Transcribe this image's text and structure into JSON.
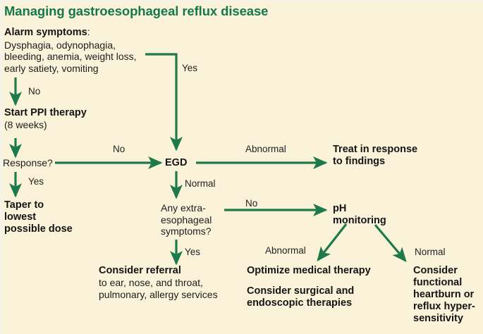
{
  "figure": {
    "title": "Managing gastroesophageal reflux disease",
    "background_color": "#faf3da",
    "accent_green": "#15784a",
    "arrow_green": "#1e7a4a",
    "text_color": "#1a1a1a"
  },
  "nodes": {
    "alarm": {
      "heading": "Alarm symptoms",
      "heading_colon": ":",
      "line1": "Dysphagia, odynophagia,",
      "line2": "bleeding, anemia, weight loss,",
      "line3": "early satiety, vomiting"
    },
    "ppi": {
      "heading": "Start PPI therapy",
      "sub": "(8 weeks)"
    },
    "response": {
      "label": "Response?"
    },
    "taper": {
      "line1": "Taper to",
      "line2": "lowest",
      "line3": "possible dose"
    },
    "egd": {
      "label": "EGD"
    },
    "extraesoph": {
      "line1": "Any extra-",
      "line2": "esophageal",
      "line3": "symptoms?"
    },
    "treat": {
      "line1": "Treat in response",
      "line2": "to findings"
    },
    "ph": {
      "line1": "pH",
      "line2": "monitoring"
    },
    "referral": {
      "heading": "Consider referral",
      "line1": "to ear, nose, and throat,",
      "line2": "pulmonary, allergy services"
    },
    "optimize": {
      "line1": "Optimize medical therapy",
      "line2": "Consider surgical and",
      "line3": "endoscopic therapies"
    },
    "functional": {
      "line1": "Consider",
      "line2": "functional",
      "line3": "heartburn or",
      "line4": "reflux hyper-",
      "line5": "sensitivity"
    }
  },
  "edge_labels": {
    "alarm_yes": "Yes",
    "alarm_no": "No",
    "response_no": "No",
    "response_yes": "Yes",
    "egd_abnormal": "Abnormal",
    "egd_normal": "Normal",
    "extraesoph_no": "No",
    "extraesoph_yes": "Yes",
    "ph_abnormal": "Abnormal",
    "ph_normal": "Normal"
  }
}
